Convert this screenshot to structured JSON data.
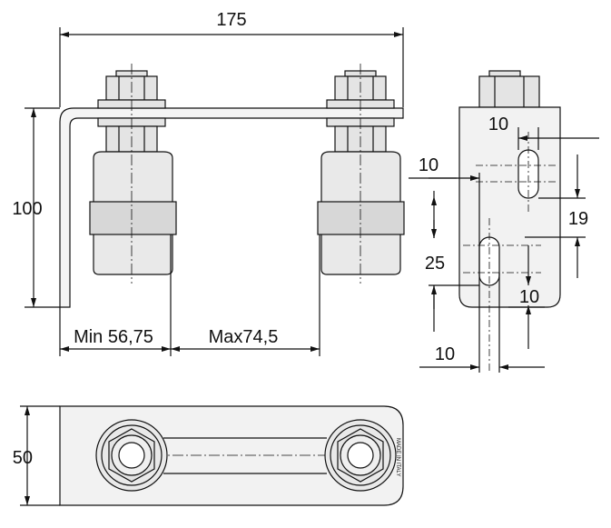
{
  "dimensions": {
    "overall_length": "175",
    "height": "100",
    "min_offset": "Min 56,75",
    "max_offset": "Max74,5",
    "plate_width": "50",
    "side_view": {
      "slot_top_width": "10",
      "slot_offset_left": "10",
      "slot_spacing": "19",
      "slot_pitch": "25",
      "slot_bottom_margin": "10",
      "slot_bottom_width": "10"
    }
  },
  "stamp_text": "MADE IN ITALY",
  "colors": {
    "line": "#111111",
    "wheel_fill": "#e9e9e9",
    "band_fill": "#d7d7d7",
    "plate_fill": "#f2f2f2",
    "nut_fill": "#e4e4e4"
  }
}
